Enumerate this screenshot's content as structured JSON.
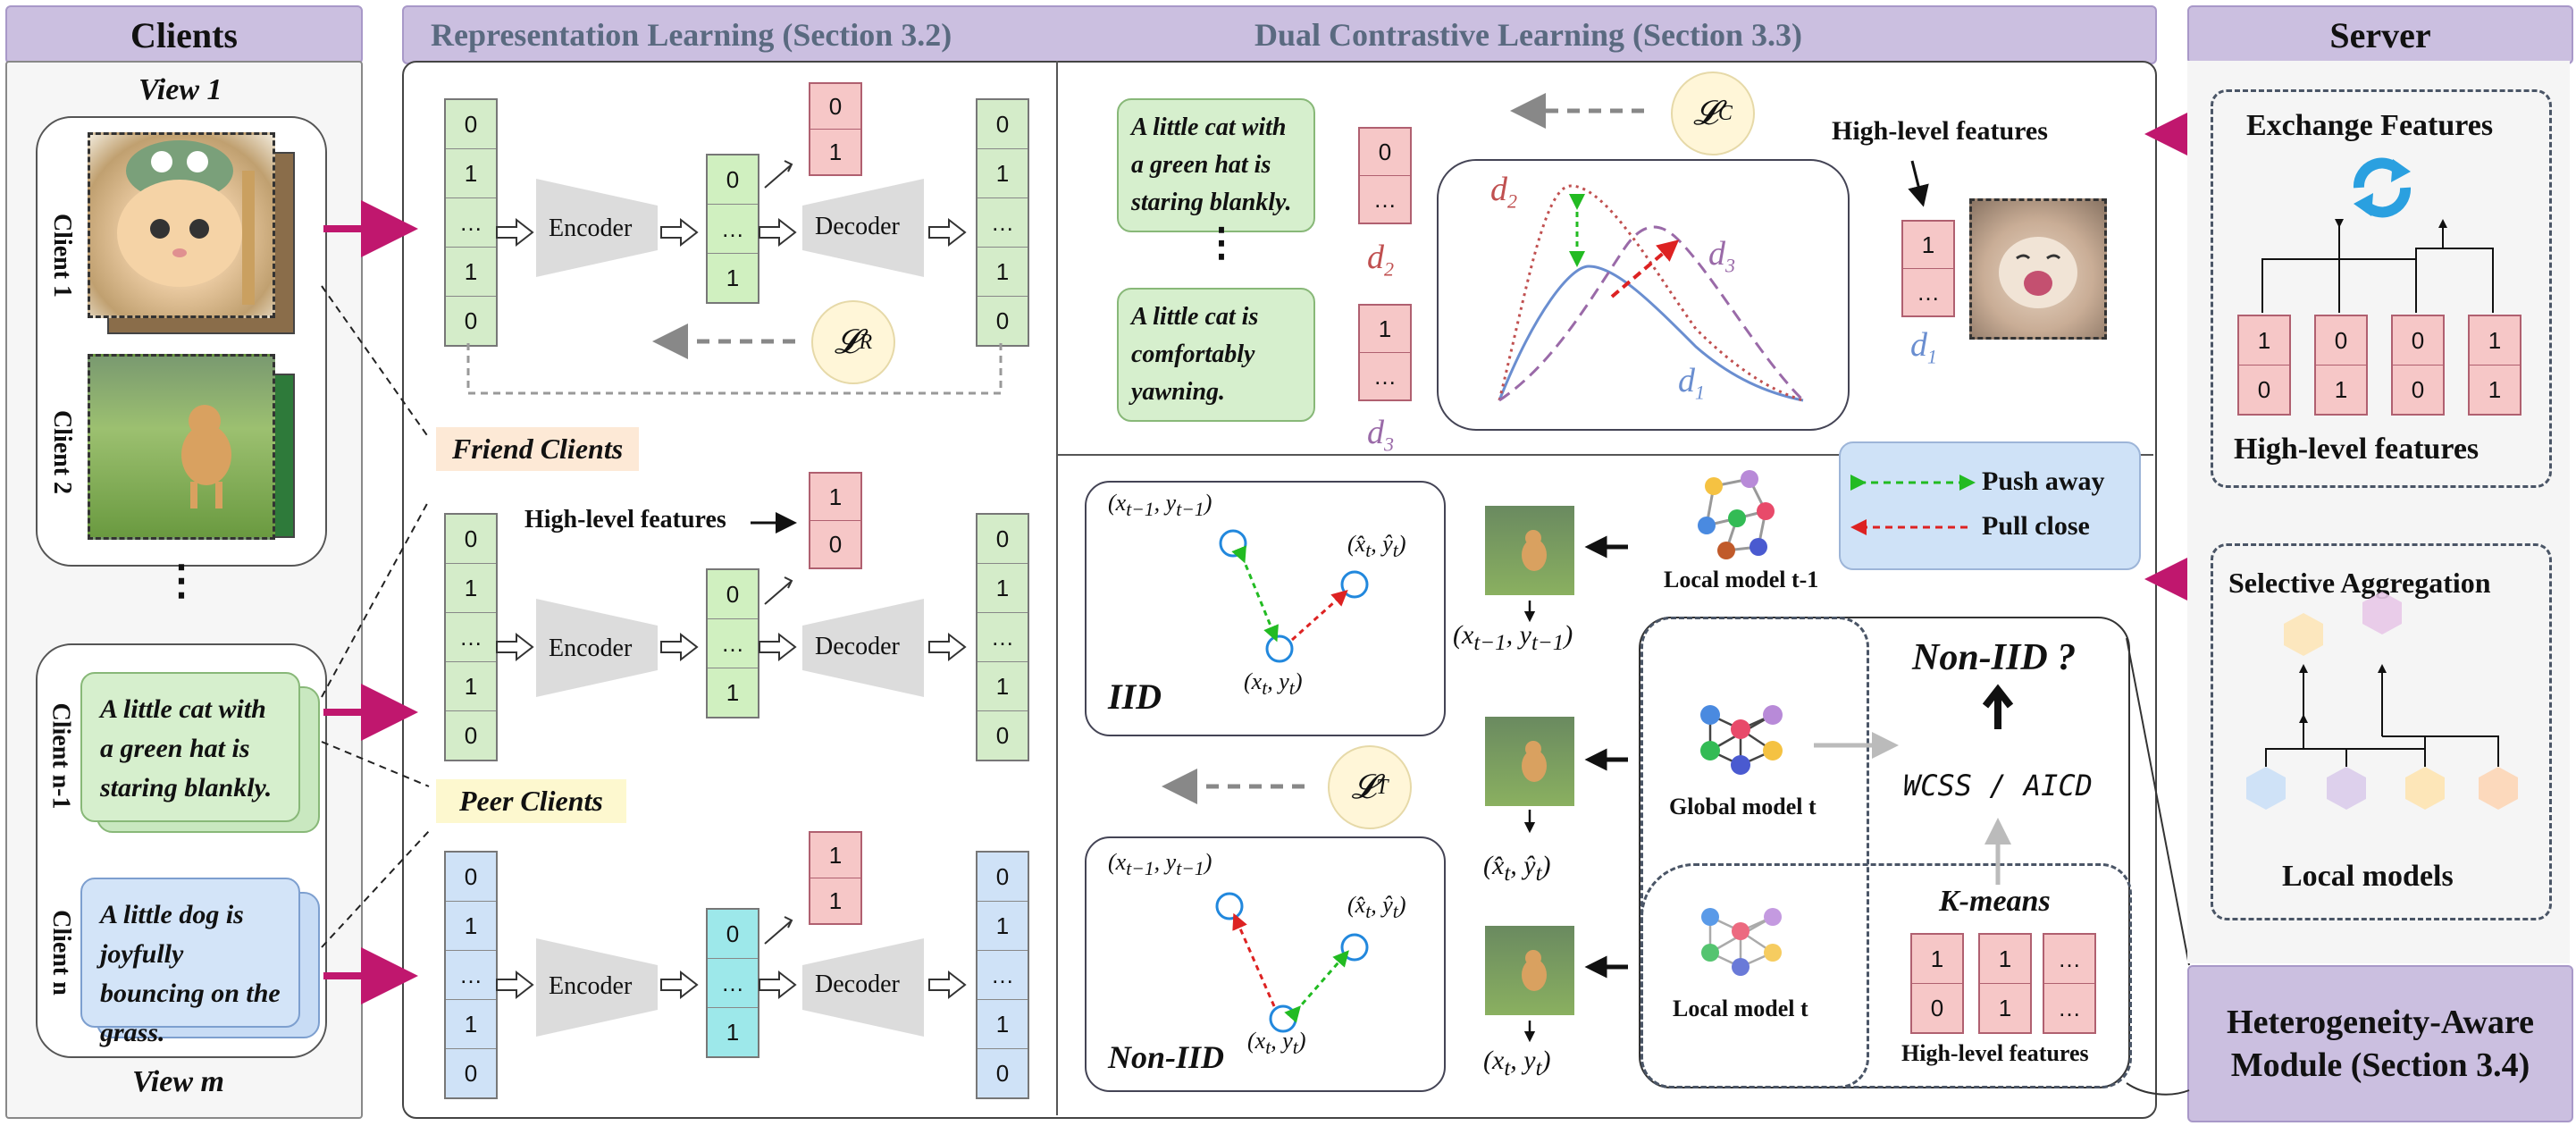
{
  "headers": {
    "clients": "Clients",
    "rep": "Representation Learning (Section 3.2)",
    "dual": "Dual Contrastive Learning (Section 3.3)",
    "server": "Server",
    "ham": "Heterogeneity-Aware Module (Section 3.4)"
  },
  "clients": {
    "view1": "View 1",
    "viewm": "View m",
    "client1": "Client 1",
    "client2": "Client 2",
    "clientn1": "Client n-1",
    "clientn": "Client n",
    "text_n1": "A little cat with a green hat is staring blankly.",
    "text_n": "A little dog is joyfully bouncing on the grass."
  },
  "rep": {
    "encoder": "Encoder",
    "decoder": "Decoder",
    "loss_r": "𝓛",
    "loss_r_sub": "R",
    "friend": "Friend Clients",
    "peer": "Peer Clients",
    "hlf": "High-level features",
    "col5": [
      "0",
      "1",
      "…",
      "1",
      "0"
    ],
    "col3": [
      "0",
      "…",
      "1"
    ],
    "red1": [
      "0",
      "1"
    ],
    "red2": [
      "1",
      "0"
    ],
    "red3": [
      "1",
      "1"
    ]
  },
  "dual": {
    "text1": "A little cat with a green hat is staring blankly.",
    "text2": "A little cat is comfortably yawning.",
    "loss_c": "𝓛",
    "loss_c_sub": "C",
    "hlf": "High-level features",
    "d1": "d",
    "d2": "d",
    "d3": "d",
    "sub1": "1",
    "sub2": "2",
    "sub3": "3",
    "box_d2": [
      "0",
      "…"
    ],
    "box_d3": [
      "1",
      "…"
    ],
    "box_d1": [
      "1",
      "…"
    ],
    "push": "Push away",
    "pull": "Pull close",
    "iid": "IID",
    "noniid": "Non-IID",
    "loss_t": "𝓛",
    "loss_t_sub": "T",
    "xprev": "(x",
    "local_prev": "Local model t-1",
    "global_t": "Global model t",
    "local_t": "Local model t",
    "noniid_q": "Non-IID ?",
    "wcss": "WCSS / AICD",
    "kmeans": "K-means",
    "hlf2": "High-level features",
    "km1": [
      "1",
      "0"
    ],
    "km2": [
      "1",
      "1"
    ],
    "km3": [
      "…",
      "…"
    ]
  },
  "server": {
    "exchange": "Exchange Features",
    "hlf": "High-level features",
    "sel": "Selective Aggregation",
    "local": "Local models",
    "vecs": [
      [
        "1",
        "0"
      ],
      [
        "0",
        "1"
      ],
      [
        "0",
        "0"
      ],
      [
        "1",
        "1"
      ]
    ]
  }
}
